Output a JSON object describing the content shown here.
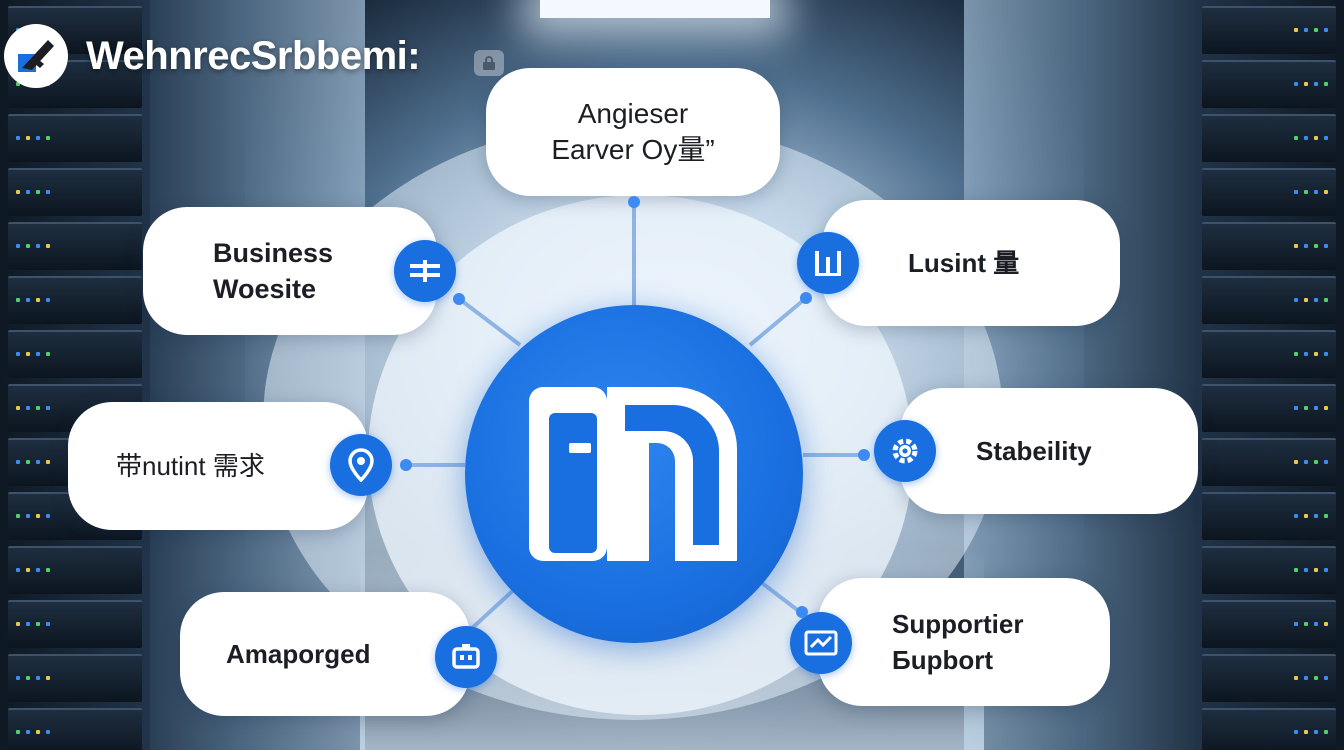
{
  "header": {
    "title": "WehnrecSrbbemi:",
    "logo_icon": "brand-logo-icon",
    "badge_icon": "lock-icon"
  },
  "hub": {
    "icon": "hub-logo-icon",
    "color": "#1a6fe0"
  },
  "nodes": {
    "top": {
      "label": "Angieser\nEarver Oy量”"
    },
    "business_website": {
      "label": "Business\nWoesite",
      "icon": "divide-icon"
    },
    "lusint": {
      "label": "Lusint 量",
      "icon": "chart-bars-icon"
    },
    "nutint": {
      "label": "带nutint 需求",
      "icon": "location-pin-icon"
    },
    "stability": {
      "label": "Stabeility",
      "icon": "gear-icon"
    },
    "amaporged": {
      "label": "Amaporged",
      "icon": "robot-icon"
    },
    "supporter": {
      "label": "Supportier\nБupbort",
      "icon": "chart-trend-icon"
    }
  },
  "colors": {
    "accent": "#1a6fe0",
    "node_bg": "#ffffff",
    "text": "#1b1e24"
  }
}
